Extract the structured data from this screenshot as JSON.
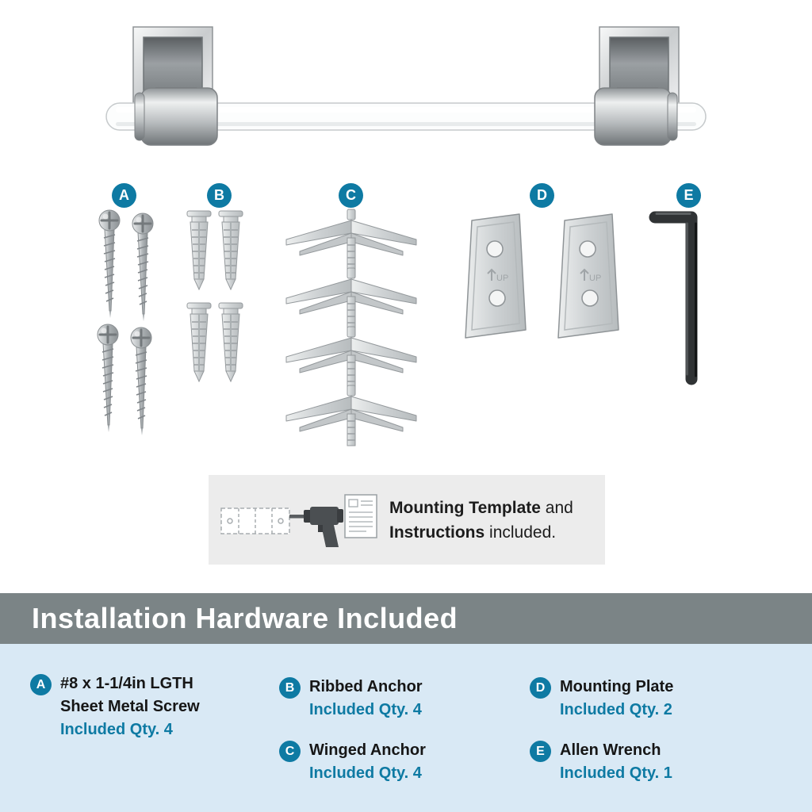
{
  "colors": {
    "accent_blue": "#0e7aa3",
    "banner_gray": "#7b8486",
    "panel_blue": "#d9e9f5",
    "note_box_gray": "#ececec"
  },
  "diagram": {
    "label_a": "A",
    "label_b": "B",
    "label_c": "C",
    "label_d": "D",
    "label_e": "E",
    "plate_marking": "UP"
  },
  "note": {
    "line1_bold": "Mounting Template",
    "line1_rest": " and",
    "line2_bold": "Instructions",
    "line2_rest": " included."
  },
  "banner": {
    "title": "Installation Hardware Included"
  },
  "hardware_list": {
    "items": [
      {
        "badge": "A",
        "name_line1": "#8 x 1-1/4in LGTH",
        "name_line2": "Sheet Metal Screw",
        "qty": "Included Qty. 4"
      },
      {
        "badge": "B",
        "name_line1": "Ribbed Anchor",
        "qty": "Included Qty. 4"
      },
      {
        "badge": "C",
        "name_line1": "Winged Anchor",
        "qty": "Included Qty. 4"
      },
      {
        "badge": "D",
        "name_line1": "Mounting Plate",
        "qty": "Included Qty. 2"
      },
      {
        "badge": "E",
        "name_line1": "Allen Wrench",
        "qty": "Included Qty. 1"
      }
    ]
  }
}
